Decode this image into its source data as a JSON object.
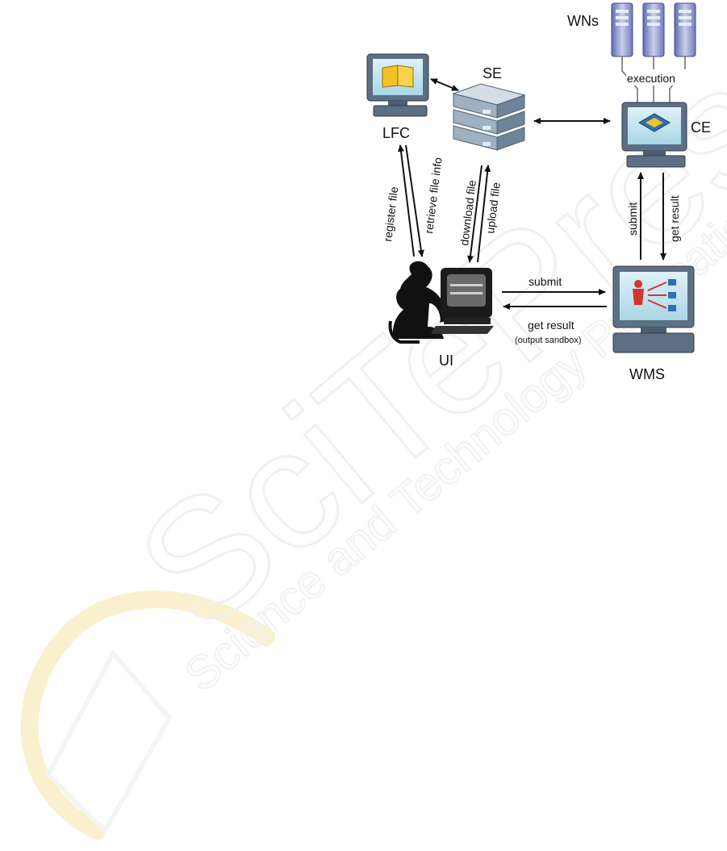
{
  "diagram": {
    "nodes": {
      "wns": "WNs",
      "lfc": "LFC",
      "se": "SE",
      "ce": "CE",
      "ui": "UI",
      "wms": "WMS"
    },
    "edges": {
      "execution": "execution",
      "register_file": "register file",
      "retrieve_file_info": "retrieve file info",
      "download_file": "download file",
      "upload_file": "upload file",
      "ui_submit": "submit",
      "ui_get_result": "get result",
      "output_sandbox": "(output sandbox)",
      "ce_submit": "submit",
      "ce_get_result": "get result"
    }
  },
  "watermark": {
    "logo": "SciTePress",
    "tagline": "Science and Technology Publications"
  }
}
